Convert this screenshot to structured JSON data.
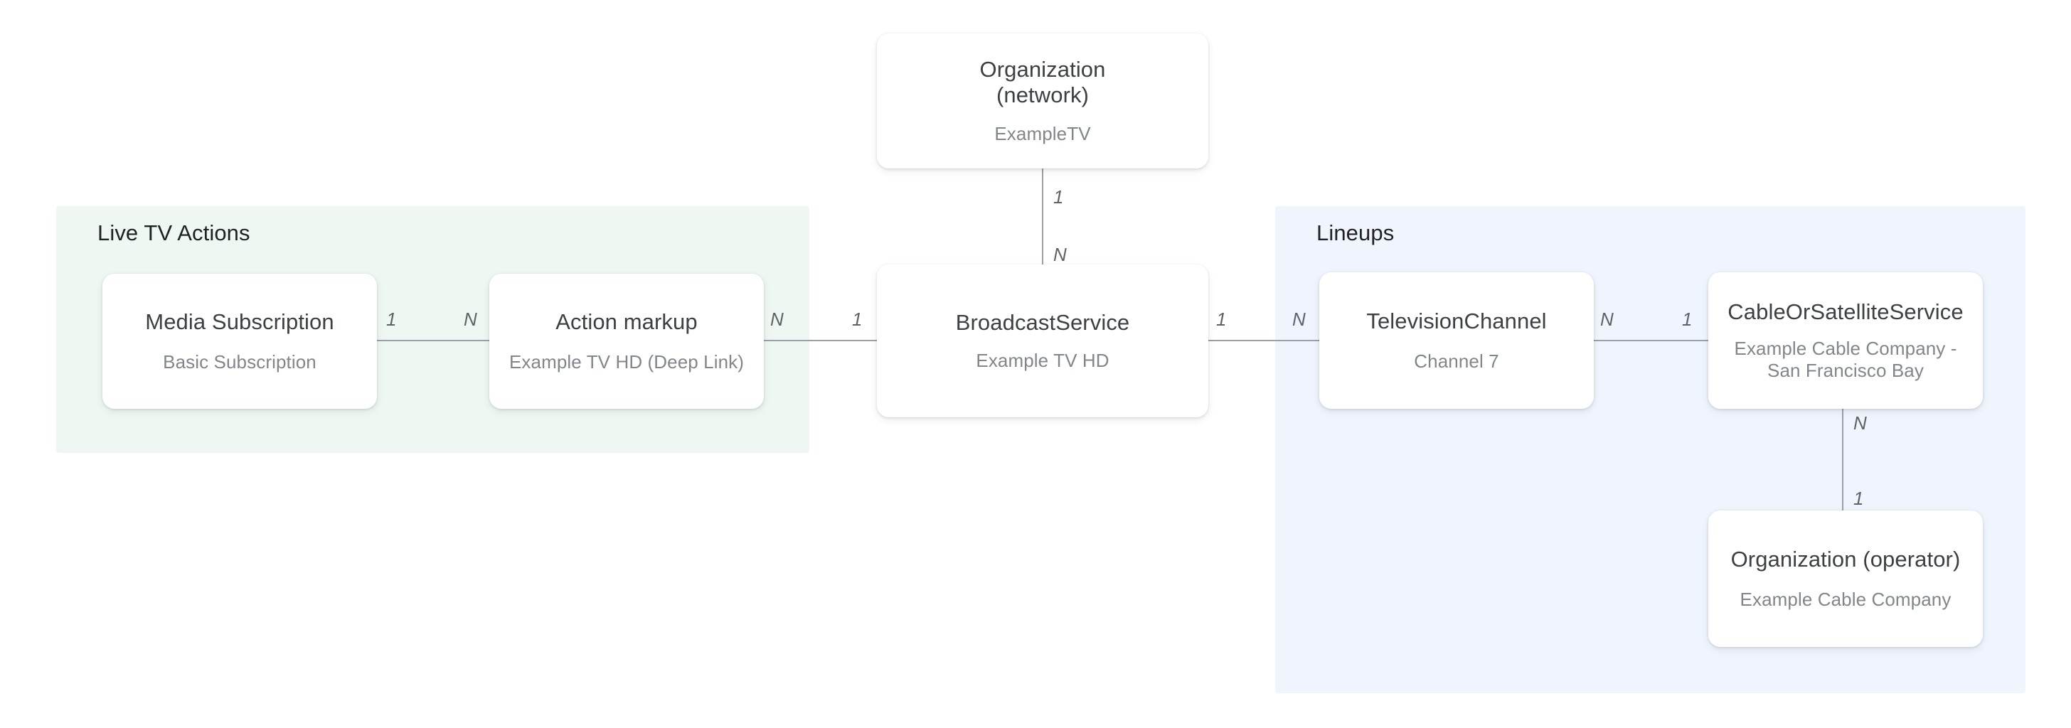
{
  "diagram": {
    "type": "entity-relationship-diagram",
    "background": "#ffffff",
    "edge_color": "#9aa0a6",
    "panels": [
      {
        "id": "live-tv-actions",
        "title": "Live TV Actions",
        "color": "#eef7f1"
      },
      {
        "id": "lineups",
        "title": "Lineups",
        "color": "#eff4fd"
      }
    ],
    "nodes": [
      {
        "id": "organization-network",
        "title": "Organization (network)",
        "title_line1": "Organization",
        "title_line2": "(network)",
        "subtitle": "ExampleTV"
      },
      {
        "id": "media-subscription",
        "title": "Media Subscription",
        "subtitle": "Basic Subscription"
      },
      {
        "id": "action-markup",
        "title": "Action markup",
        "subtitle": "Example TV HD (Deep Link)"
      },
      {
        "id": "broadcast-service",
        "title": "BroadcastService",
        "subtitle": "Example TV HD"
      },
      {
        "id": "television-channel",
        "title": "TelevisionChannel",
        "subtitle": "Channel 7"
      },
      {
        "id": "cable-or-satellite-service",
        "title": "CableOrSatelliteService",
        "subtitle": "Example Cable Company - San Francisco Bay",
        "subtitle_line1": "Example Cable Company -",
        "subtitle_line2": "San Francisco Bay"
      },
      {
        "id": "organization-operator",
        "title": "Organization (operator)",
        "subtitle": "Example Cable Company"
      }
    ],
    "edges": [
      {
        "id": "organization-network-to-broadcast-service",
        "from": "organization-network",
        "to": "broadcast-service",
        "orientation": "vertical",
        "source_cardinality": "1",
        "target_cardinality": "N"
      },
      {
        "id": "media-subscription-to-action-markup",
        "from": "media-subscription",
        "to": "action-markup",
        "orientation": "horizontal",
        "source_cardinality": "1",
        "target_cardinality": "N"
      },
      {
        "id": "action-markup-to-broadcast-service",
        "from": "action-markup",
        "to": "broadcast-service",
        "orientation": "horizontal",
        "source_cardinality": "N",
        "target_cardinality": "1"
      },
      {
        "id": "broadcast-service-to-television-channel",
        "from": "broadcast-service",
        "to": "television-channel",
        "orientation": "horizontal",
        "source_cardinality": "1",
        "target_cardinality": "N"
      },
      {
        "id": "television-channel-to-cable-or-satellite-service",
        "from": "television-channel",
        "to": "cable-or-satellite-service",
        "orientation": "horizontal",
        "source_cardinality": "N",
        "target_cardinality": "1"
      },
      {
        "id": "cable-or-satellite-service-to-organization-operator",
        "from": "cable-or-satellite-service",
        "to": "organization-operator",
        "orientation": "vertical",
        "source_cardinality": "N",
        "target_cardinality": "1"
      }
    ]
  }
}
